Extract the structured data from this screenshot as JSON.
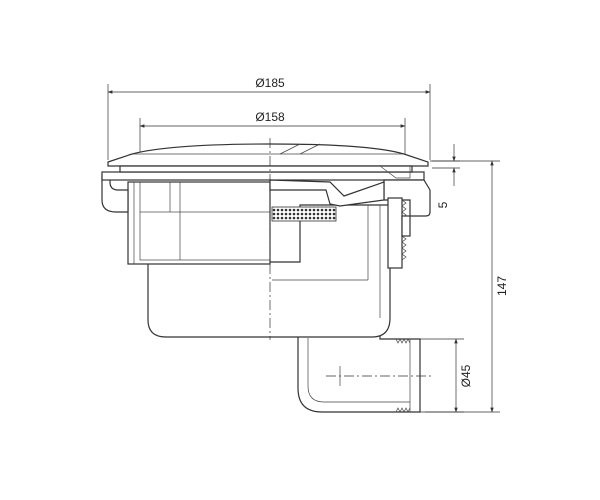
{
  "dimensions": {
    "outer_diameter": "Ø185",
    "inner_diameter": "Ø158",
    "rim_height": "5",
    "total_height": "147",
    "outlet_diameter": "Ø45"
  }
}
